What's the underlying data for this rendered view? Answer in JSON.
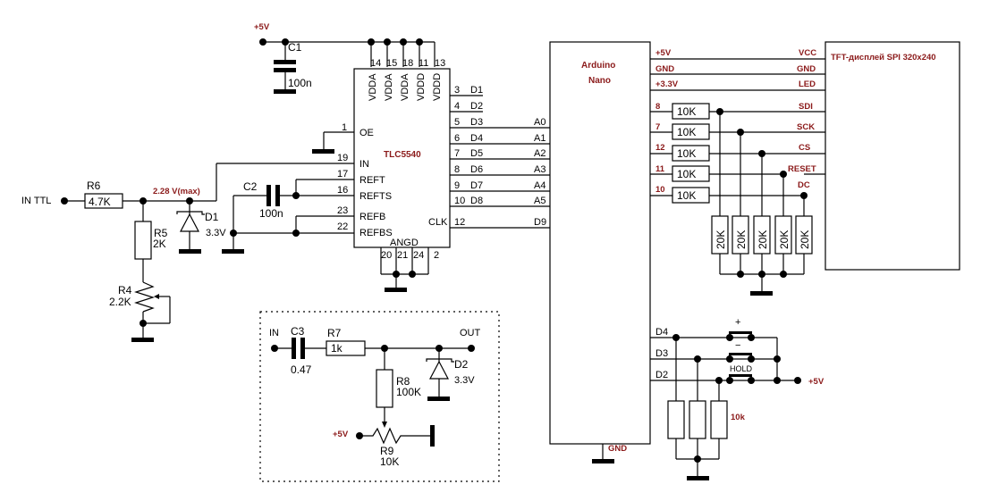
{
  "colors": {
    "accent": "#8b1a1a",
    "line": "#000000"
  },
  "power": {
    "vcc_top": "+5V",
    "vcc_buttons": "+5V",
    "vcc_pot": "+5V"
  },
  "input": {
    "label": "IN TTL",
    "r6_name": "R6",
    "r6_value": "4.7K",
    "r5_name": "R5",
    "r5_value": "2K",
    "r4_name": "R4",
    "r4_value": "2.2K",
    "voltage_note": "2.28 V(max)",
    "d1_name": "D1",
    "d1_value": "3.3V",
    "c2_name": "C2",
    "c2_value": "100n"
  },
  "decoupling": {
    "c1_name": "C1",
    "c1_value": "100n"
  },
  "adc": {
    "name": "TLC5540",
    "supply_pins": [
      {
        "num": "14",
        "name": "VDDA"
      },
      {
        "num": "15",
        "name": "VDDA"
      },
      {
        "num": "18",
        "name": "VDDA"
      },
      {
        "num": "11",
        "name": "VDDD"
      },
      {
        "num": "13",
        "name": "VDDD"
      }
    ],
    "left_pins": [
      {
        "num": "1",
        "name": "OE"
      },
      {
        "num": "19",
        "name": "IN"
      },
      {
        "num": "17",
        "name": "REFT"
      },
      {
        "num": "16",
        "name": "REFTS"
      },
      {
        "num": "23",
        "name": "REFB"
      },
      {
        "num": "22",
        "name": "REFBS"
      }
    ],
    "right_pins": [
      {
        "num": "3",
        "name": "D1",
        "net": ""
      },
      {
        "num": "4",
        "name": "D2",
        "net": ""
      },
      {
        "num": "5",
        "name": "D3",
        "net": "A0"
      },
      {
        "num": "6",
        "name": "D4",
        "net": "A1"
      },
      {
        "num": "7",
        "name": "D5",
        "net": "A2"
      },
      {
        "num": "8",
        "name": "D6",
        "net": "A3"
      },
      {
        "num": "9",
        "name": "D7",
        "net": "A4"
      },
      {
        "num": "10",
        "name": "D8",
        "net": "A5"
      }
    ],
    "clk": {
      "num": "12",
      "name": "CLK",
      "net": "D9"
    },
    "bottom_label": "ANGD",
    "bottom_pins": [
      "20",
      "21",
      "24",
      "2"
    ]
  },
  "arduino": {
    "line1": "Arduino",
    "line2": "Nano",
    "gnd_label": "GND"
  },
  "display": {
    "title": "TFT-дисплей SPI 320x240",
    "power_rows": [
      {
        "left": "+5V",
        "right": "VCC"
      },
      {
        "left": "GND",
        "right": "GND"
      },
      {
        "left": "+3.3V",
        "right": "LED"
      }
    ],
    "signal_rows": [
      {
        "pin": "8",
        "resistor": "10K",
        "signal": "SDI"
      },
      {
        "pin": "7",
        "resistor": "10K",
        "signal": "SCK"
      },
      {
        "pin": "12",
        "resistor": "10K",
        "signal": "CS"
      },
      {
        "pin": "11",
        "resistor": "10K",
        "signal": "RESET"
      },
      {
        "pin": "10",
        "resistor": "10K",
        "signal": "DC"
      }
    ],
    "pulldowns": [
      "20K",
      "20K",
      "20K",
      "20K",
      "20K"
    ]
  },
  "buttons": {
    "rows": [
      {
        "pin": "D4",
        "label": "+"
      },
      {
        "pin": "D3",
        "label": "−"
      },
      {
        "pin": "D2",
        "label": "HOLD"
      }
    ],
    "pulldown_value": "10k"
  },
  "aux": {
    "in_label": "IN",
    "out_label": "OUT",
    "c3_name": "C3",
    "c3_value": "0.47",
    "r7_name": "R7",
    "r7_value": "1k",
    "r8_name": "R8",
    "r8_value": "100K",
    "d2_name": "D2",
    "d2_value": "3.3V",
    "r9_name": "R9",
    "r9_value": "10K"
  }
}
